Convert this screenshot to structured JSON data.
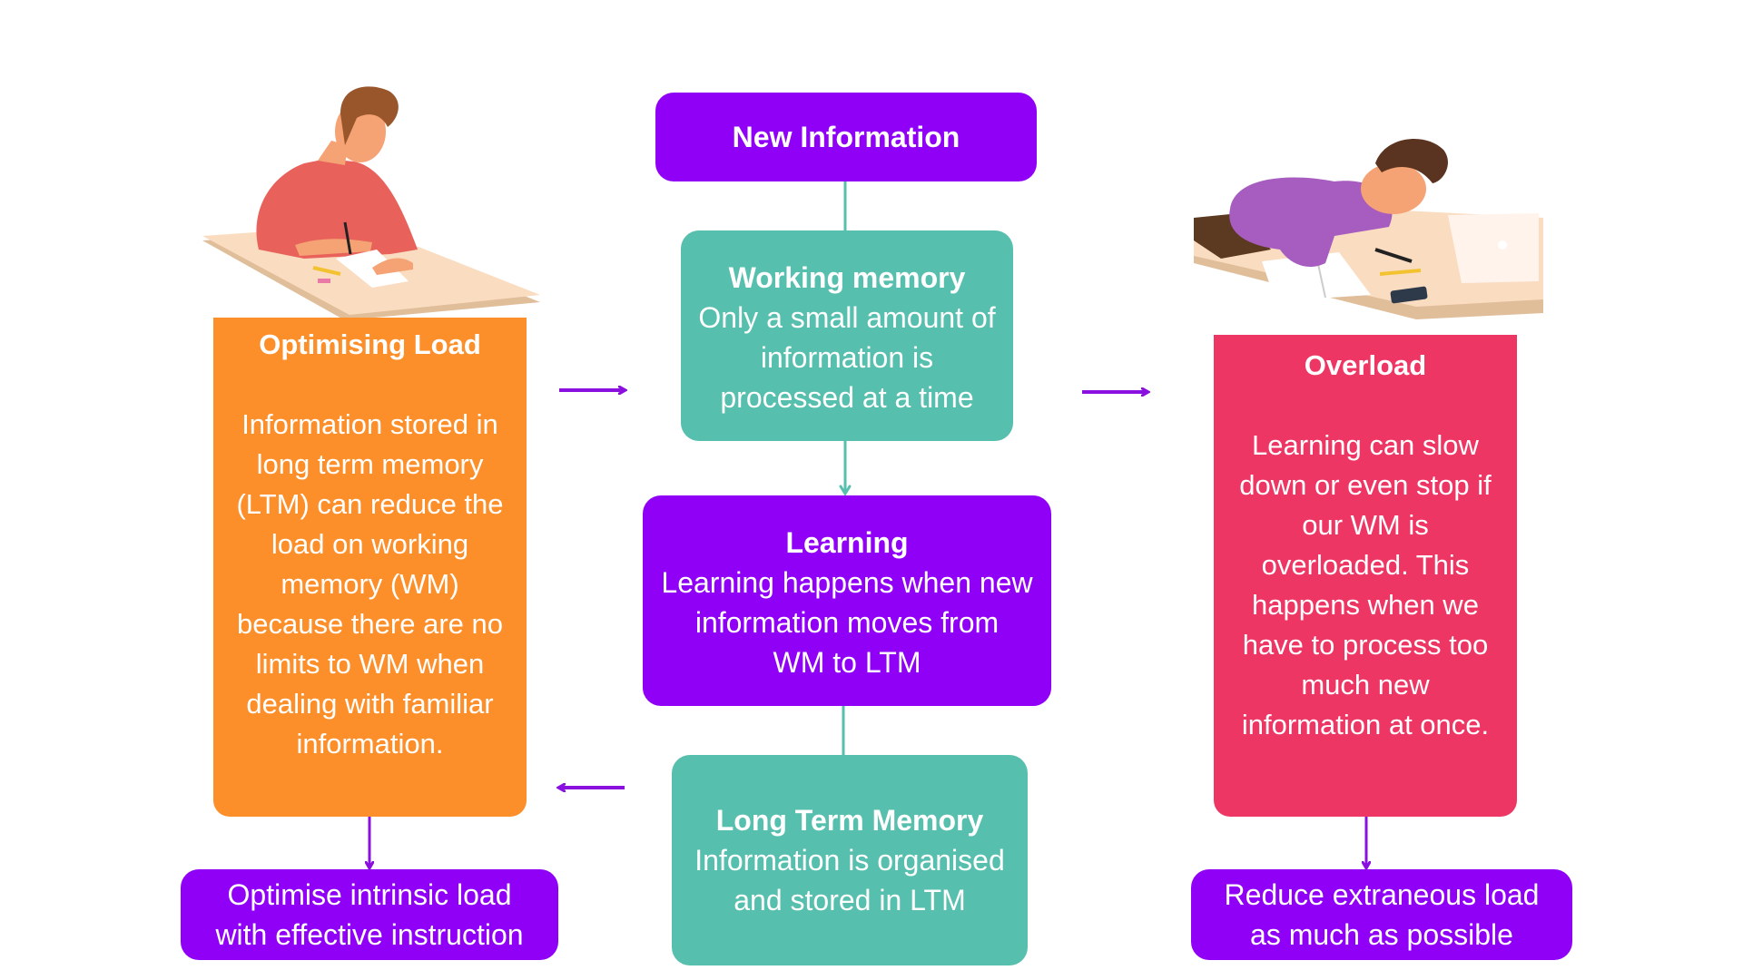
{
  "colors": {
    "purple": "#9000F7",
    "teal": "#56BFAE",
    "orange": "#FC8F2A",
    "pink": "#EE3664",
    "arrow_purple": "#8A10E0",
    "arrow_teal": "#56BFAE"
  },
  "nodes": {
    "new_information": {
      "title": "New Information"
    },
    "working_memory": {
      "title": "Working memory",
      "body": "Only a small amount of\ninformation is\nprocessed at a time"
    },
    "learning": {
      "title": "Learning",
      "body": "Learning happens when new\ninformation moves from\nWM to LTM"
    },
    "long_term_memory": {
      "title": "Long Term Memory",
      "body": "Information is organised\nand stored in  LTM"
    },
    "optimising_load": {
      "title": "Optimising Load",
      "body": "Information stored in\nlong term memory\n(LTM) can reduce the\nload on working\nmemory (WM)\nbecause there are no\nlimits to WM when\ndealing with familiar\ninformation."
    },
    "overload": {
      "title": "Overload",
      "body": "Learning can slow\ndown or even stop if\nour WM is\noverloaded. This\nhappens when we\nhave to process too\nmuch new\ninformation at once."
    },
    "optimise_intrinsic": {
      "body": "Optimise intrinsic load\nwith effective instruction"
    },
    "reduce_extraneous": {
      "body": "Reduce extraneous load\nas much as possible"
    }
  },
  "edges": [
    {
      "from": "new_information",
      "to": "working_memory"
    },
    {
      "from": "working_memory",
      "to": "learning"
    },
    {
      "from": "learning",
      "to": "long_term_memory"
    },
    {
      "from": "optimising_load",
      "to": "working_memory"
    },
    {
      "from": "working_memory",
      "to": "overload"
    },
    {
      "from": "long_term_memory",
      "to": "optimising_load"
    },
    {
      "from": "optimising_load",
      "to": "optimise_intrinsic"
    },
    {
      "from": "overload",
      "to": "reduce_extraneous"
    }
  ],
  "illustrations": {
    "left": "student-writing-icon",
    "right": "student-sleeping-icon"
  }
}
